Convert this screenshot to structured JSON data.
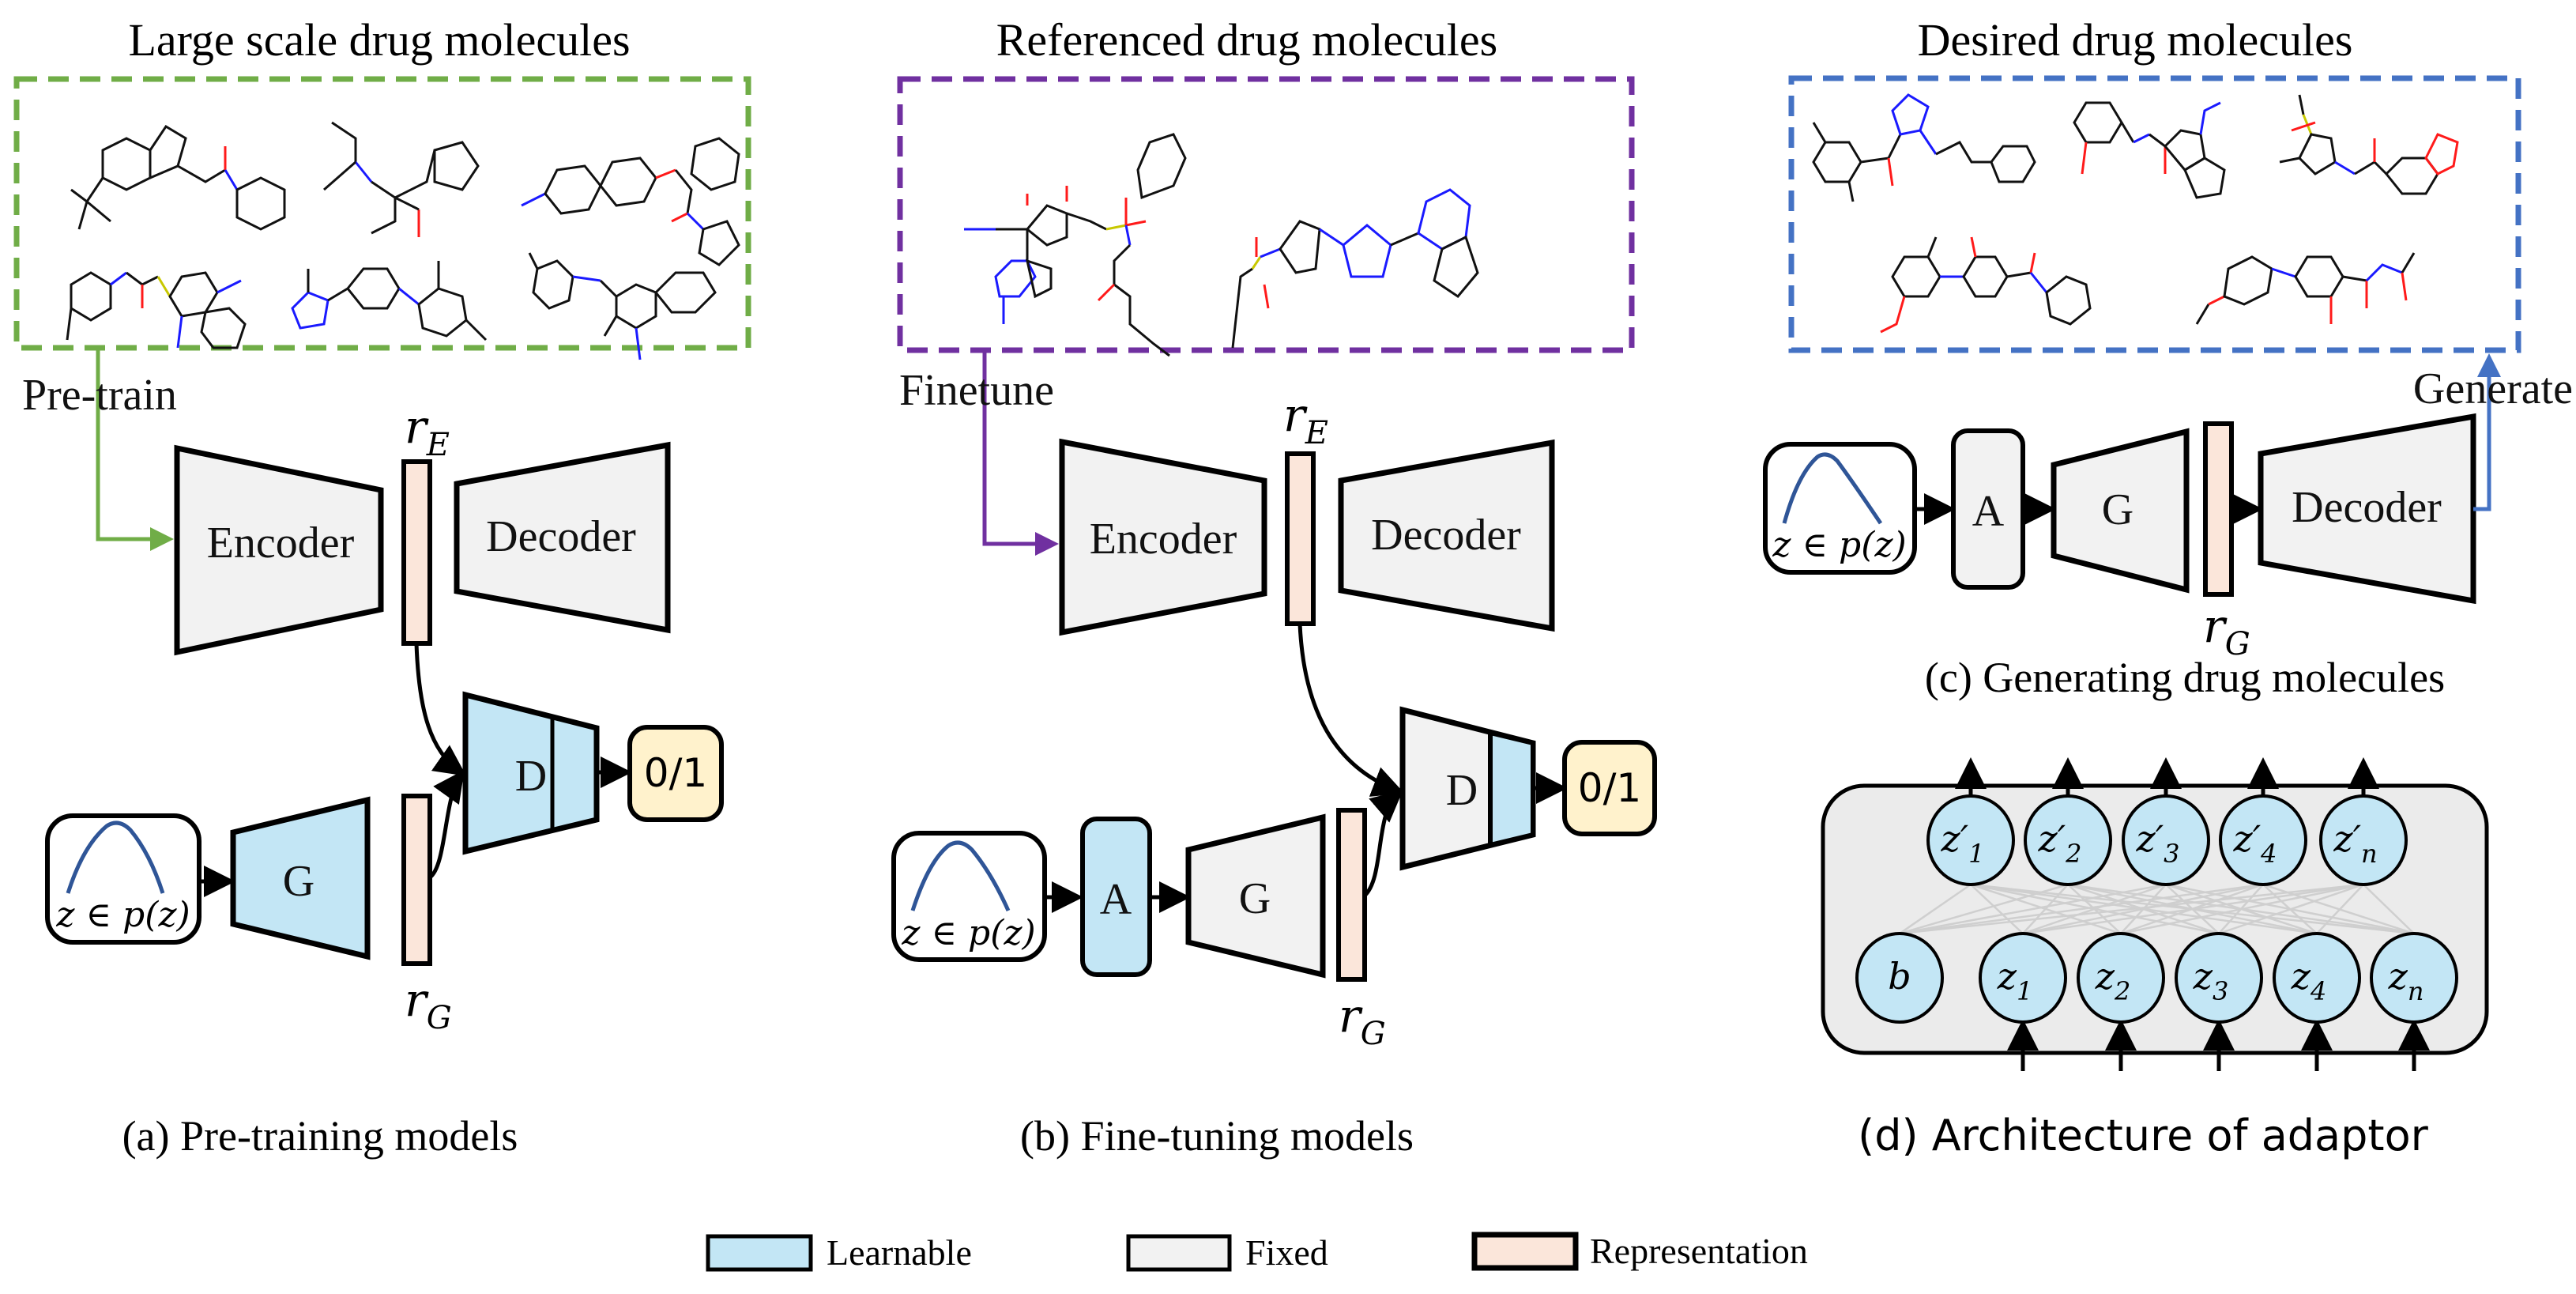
{
  "colors": {
    "learnable": "#c3e6f5",
    "fixed": "#f2f2f2",
    "representation": "#fbe6da",
    "output": "#fff2cc",
    "pretrain_green": "#70ad47",
    "finetune_purple": "#7030a0",
    "generate_blue": "#4472c4",
    "gaussian_curve": "#2f5597",
    "adaptor_bg": "#ebebeb",
    "connections": "#cfcfcf"
  },
  "panels": {
    "a": {
      "dataset_title": "Large scale drug molecules",
      "flow_label": "Pre-train",
      "encoder": "Encoder",
      "decoder": "Decoder",
      "rep_encoder": {
        "base": "r",
        "sub": "E"
      },
      "rep_generator": {
        "base": "r",
        "sub": "G"
      },
      "noise": "z ∈ p(z)",
      "generator": "G",
      "discriminator": "D",
      "output": "0/1",
      "caption": "(a) Pre-training models",
      "generator_state": "learnable",
      "discriminator_state": "learnable"
    },
    "b": {
      "dataset_title": "Referenced drug molecules",
      "flow_label": "Finetune",
      "encoder": "Encoder",
      "decoder": "Decoder",
      "rep_encoder": {
        "base": "r",
        "sub": "E"
      },
      "rep_generator": {
        "base": "r",
        "sub": "G"
      },
      "noise": "z ∈ p(z)",
      "adaptor": "A",
      "generator": "G",
      "discriminator": "D",
      "output": "0/1",
      "caption": "(b) Fine-tuning models",
      "adaptor_state": "learnable",
      "generator_state": "fixed",
      "discriminator_state": "fixed with learnable head"
    },
    "c": {
      "dataset_title": "Desired drug molecules",
      "flow_label": "Generate",
      "noise": "z ∈ p(z)",
      "adaptor": "A",
      "generator": "G",
      "rep_generator": {
        "base": "r",
        "sub": "G"
      },
      "decoder": "Decoder",
      "caption": "(c) Generating drug molecules"
    },
    "d": {
      "caption": "(d) Architecture of adaptor",
      "output_nodes": [
        {
          "base": "z′",
          "sub": "1"
        },
        {
          "base": "z′",
          "sub": "2"
        },
        {
          "base": "z′",
          "sub": "3"
        },
        {
          "base": "z′",
          "sub": "4"
        },
        {
          "base": "z′",
          "sub": "n"
        }
      ],
      "input_nodes": [
        {
          "base": "b",
          "sub": ""
        },
        {
          "base": "z",
          "sub": "1"
        },
        {
          "base": "z",
          "sub": "2"
        },
        {
          "base": "z",
          "sub": "3"
        },
        {
          "base": "z",
          "sub": "4"
        },
        {
          "base": "z",
          "sub": "n"
        }
      ]
    }
  },
  "legend": [
    {
      "label": "Learnable",
      "swatch": "learnable"
    },
    {
      "label": "Fixed",
      "swatch": "fixed"
    },
    {
      "label": "Representation",
      "swatch": "representation"
    }
  ]
}
